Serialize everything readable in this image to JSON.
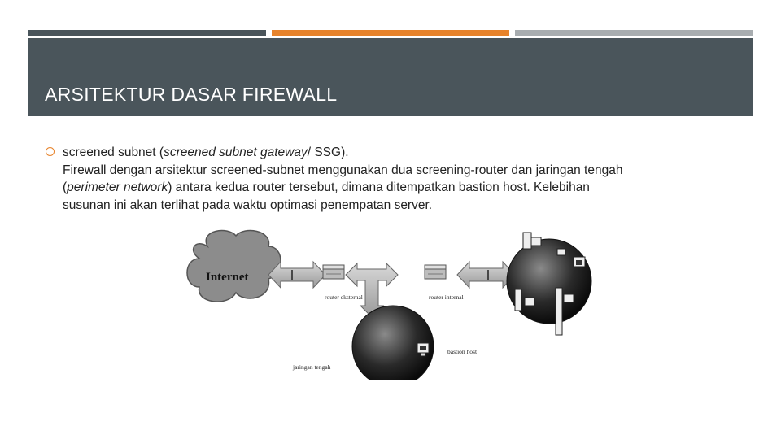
{
  "colors": {
    "header_bg": "#4a555b",
    "bar_dark": "#4a555b",
    "bar_orange": "#e7832b",
    "bar_gray": "#a8adb0",
    "bullet": "#e7832b"
  },
  "slide": {
    "title": "ARSITEKTUR DASAR FIREWALL"
  },
  "bullet": {
    "icon": "circle-bullet-icon",
    "line1_a": "screened subnet (",
    "line1_b": "screened subnet gateway",
    "line1_c": "/ SSG).",
    "line2": "Firewall dengan arsitektur screened-subnet menggunakan dua screening-router dan jaringan tengah",
    "line3_a": "(",
    "line3_b": "perimeter network",
    "line3_c": ") antara kedua router tersebut, dimana ditempatkan bastion host. Kelebihan",
    "line4": "susunan ini akan terlihat pada waktu optimasi penempatan server."
  },
  "diagram": {
    "internet_label": "Internet",
    "router_external": "router eksternal",
    "router_internal": "router internal",
    "bastion_label": "bastion host",
    "perimeter_label": "jaringan tengah"
  }
}
